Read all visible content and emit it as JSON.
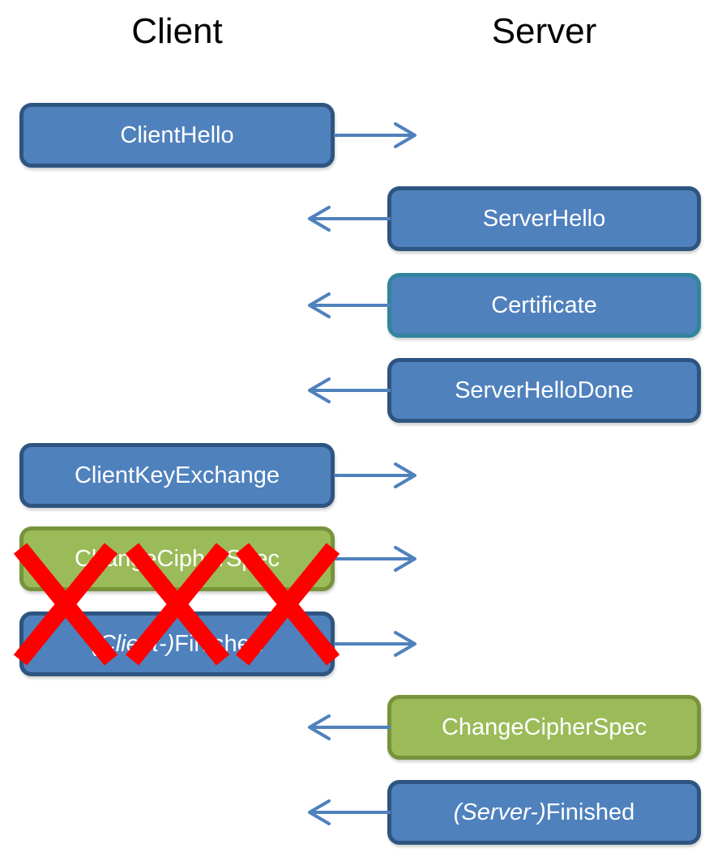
{
  "headers": {
    "client": "Client",
    "server": "Server"
  },
  "colors": {
    "background": "#FFFFFF",
    "header_text": "#000000",
    "box_text": "#FFFFFF",
    "box_blue_fill": "#4F81BD",
    "box_blue_border": "#2E5581",
    "box_teal_border": "#31859C",
    "box_green_fill": "#9BBB59",
    "box_green_border": "#77933C",
    "arrow": "#4F81BD",
    "cross": "#FF0000"
  },
  "messages": [
    {
      "id": "client-hello",
      "italic_prefix": "",
      "label": "ClientHello",
      "from": "client",
      "style": "blue",
      "crossed": false
    },
    {
      "id": "server-hello",
      "italic_prefix": "",
      "label": "ServerHello",
      "from": "server",
      "style": "blue",
      "crossed": false
    },
    {
      "id": "certificate",
      "italic_prefix": "",
      "label": "Certificate",
      "from": "server",
      "style": "teal",
      "crossed": false
    },
    {
      "id": "server-hello-done",
      "italic_prefix": "",
      "label": "ServerHelloDone",
      "from": "server",
      "style": "blue",
      "crossed": false
    },
    {
      "id": "client-key-exchange",
      "italic_prefix": "",
      "label": "ClientKeyExchange",
      "from": "client",
      "style": "blue",
      "crossed": false
    },
    {
      "id": "change-cipher-spec-client",
      "italic_prefix": "",
      "label": "ChangeCipherSpec",
      "from": "client",
      "style": "green",
      "crossed": true
    },
    {
      "id": "client-finished",
      "italic_prefix": "(Client-)",
      "label": "Finished",
      "from": "client",
      "style": "blue",
      "crossed": true
    },
    {
      "id": "change-cipher-spec-server",
      "italic_prefix": "",
      "label": "ChangeCipherSpec",
      "from": "server",
      "style": "green",
      "crossed": false
    },
    {
      "id": "server-finished",
      "italic_prefix": "(Server-)",
      "label": "Finished",
      "from": "server",
      "style": "blue",
      "crossed": false
    }
  ],
  "cross_mark": {
    "symbol": "X",
    "count": 3,
    "color": "#FF0000"
  }
}
